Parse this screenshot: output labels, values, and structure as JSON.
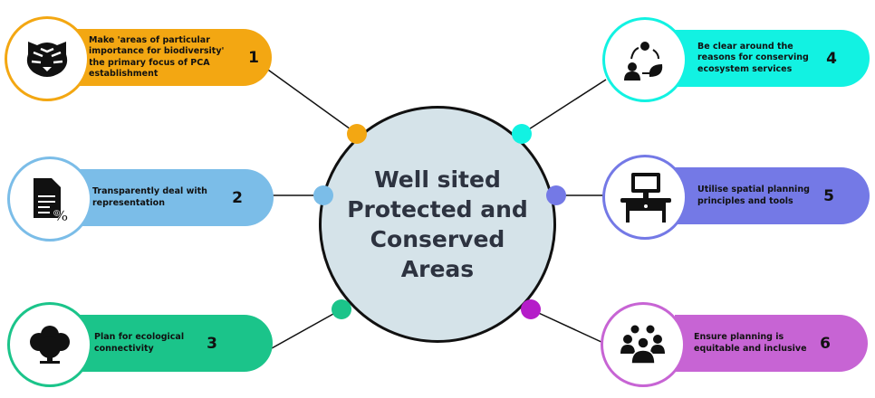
{
  "center_title": "Well sited Protected and Conserved Areas",
  "items": [
    {
      "number": "1",
      "text": "Make 'areas of particular importance for biodiversity' the primary focus of PCA establishment",
      "icon": "tiger-icon",
      "color": "#F3A712"
    },
    {
      "number": "2",
      "text": "Transparently deal with representation",
      "icon": "document-percent-icon",
      "color": "#7BBDE8"
    },
    {
      "number": "3",
      "text": "Plan for ecological connectivity",
      "icon": "tree-icon",
      "color": "#1BC48A"
    },
    {
      "number": "4",
      "text": "Be clear around the reasons for conserving ecosystem services",
      "icon": "ecosystem-cycle-icon",
      "color": "#12F2E2"
    },
    {
      "number": "5",
      "text": "Utilise spatial planning principles and tools",
      "icon": "computer-desk-icon",
      "color": "#7479E6"
    },
    {
      "number": "6",
      "text": "Ensure planning is equitable and inclusive",
      "icon": "people-group-icon",
      "color": "#C764D4"
    }
  ]
}
